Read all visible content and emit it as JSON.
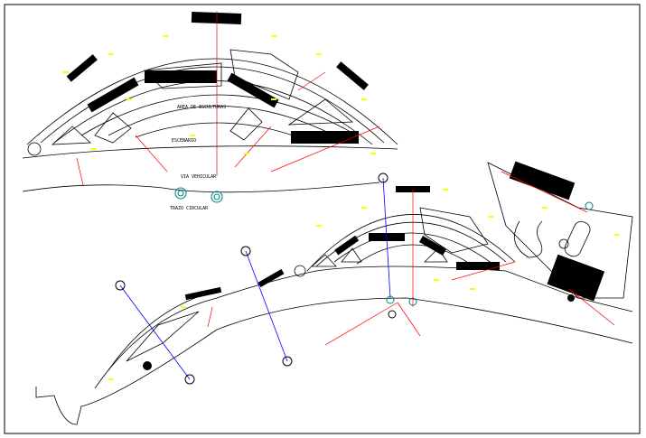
{
  "drawing": {
    "background": "#ffffff",
    "line_color": "#000000",
    "annotation_color": "#ff0000",
    "dimension_color": "#ffff00",
    "axis_color": "#0000ff",
    "marker_color": "#008080"
  },
  "labels": {
    "sculpture_area": "AREA DE ESCULTURAS",
    "vehicular_road": "VIA VEHICULAR",
    "circular_layout": "TRAZO CIRCULAR",
    "small_label": "ESCENARIO"
  }
}
